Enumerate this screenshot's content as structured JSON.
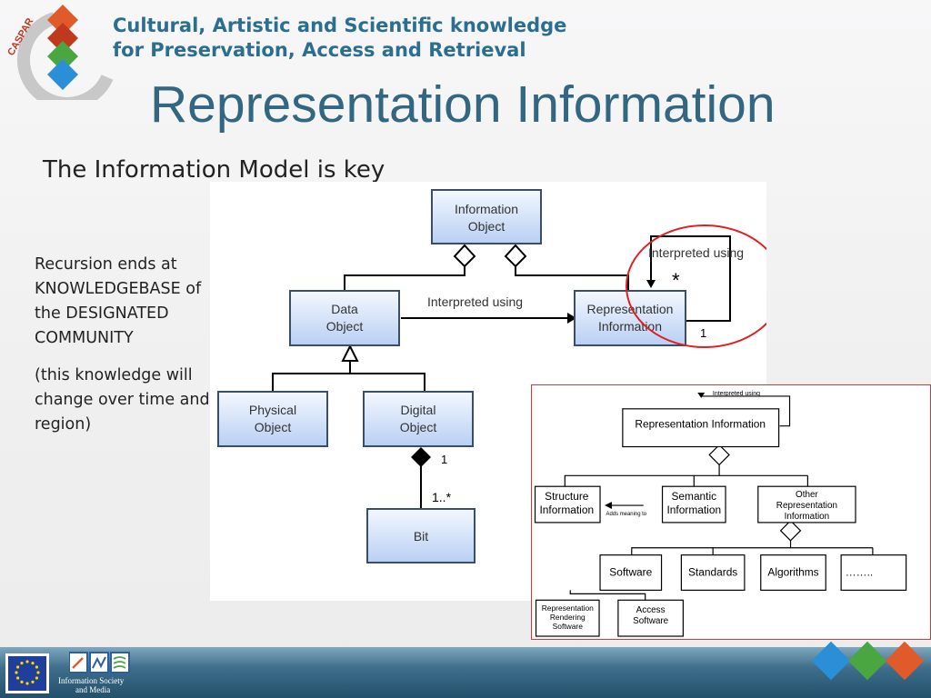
{
  "header": {
    "logo_text": "CASPAR",
    "line1": "Cultural, Artistic and Scientific knowledge",
    "line2": "for Preservation, Access and Retrieval"
  },
  "title": "Representation Information",
  "subtitle": "The Information Model is key",
  "notes": {
    "recursion": "Recursion ends at KNOWLEDGEBASE of the DESIGNATED COMMUNITY",
    "change": "(this knowledge will change over time and region)"
  },
  "diagram1": {
    "information_object": [
      "Information",
      "Object"
    ],
    "data_object": [
      "Data",
      "Object"
    ],
    "representation_information": [
      "Representation",
      "Information"
    ],
    "physical_object": [
      "Physical",
      "Object"
    ],
    "digital_object": [
      "Digital",
      "Object"
    ],
    "bit": "Bit",
    "interpreted_using": "Interpreted using",
    "interpreted_using_self": "Interpreted using",
    "star": "*",
    "one_ri": "1",
    "one_digital": "1",
    "one_many": "1..*"
  },
  "diagram2": {
    "interpreted_using": "Interpreted using",
    "representation_information": "Representation Information",
    "structure_information": [
      "Structure",
      "Information"
    ],
    "semantic_information": [
      "Semantic",
      "Information"
    ],
    "other_ri": [
      "Other",
      "Representation",
      "Information"
    ],
    "adds_meaning_to": "Adds meaning to",
    "software": "Software",
    "standards": "Standards",
    "algorithms": "Algorithms",
    "ellipsis": "……..",
    "rendering_software": [
      "Representation",
      "Rendering",
      "Software"
    ],
    "access_software": [
      "Access",
      "Software"
    ]
  },
  "footer": {
    "isml_line1": "Information Society",
    "isml_line2": "and Media"
  },
  "colors": {
    "title": "#336680",
    "header": "#2b6e8f",
    "highlight_circle": "#e02020"
  }
}
